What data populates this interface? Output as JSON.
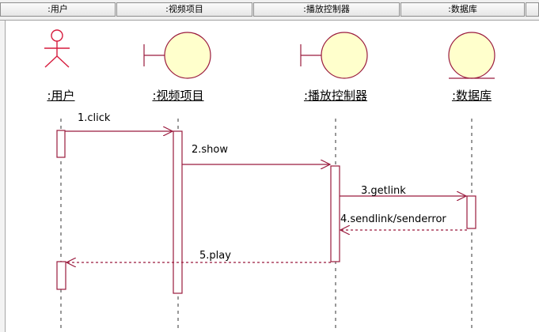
{
  "header": {
    "columns": [
      ":用户",
      ":视频项目",
      ":播放控制器",
      ":数据库"
    ]
  },
  "diagram": {
    "lifelines": [
      {
        "label": ":用户",
        "icon": "actor-stick-figure-icon"
      },
      {
        "label": ":视频项目",
        "icon": "boundary-object-icon"
      },
      {
        "label": ":播放控制器",
        "icon": "boundary-object-icon"
      },
      {
        "label": ":数据库",
        "icon": "entity-object-icon"
      }
    ],
    "messages": [
      {
        "label": "1.click",
        "from": ":用户",
        "to": ":视频项目"
      },
      {
        "label": "2.show",
        "from": ":视频项目",
        "to": ":播放控制器"
      },
      {
        "label": "3.getlink",
        "from": ":播放控制器",
        "to": ":数据库"
      },
      {
        "label": "4.sendlink/senderror",
        "from": ":数据库",
        "to": ":播放控制器"
      },
      {
        "label": "5.play",
        "from": ":播放控制器",
        "to": ":用户"
      }
    ],
    "colors": {
      "line": "#9a1a3d",
      "fill": "#ffffcc",
      "activation": "#ffffff",
      "lifeline": "#333333"
    }
  }
}
